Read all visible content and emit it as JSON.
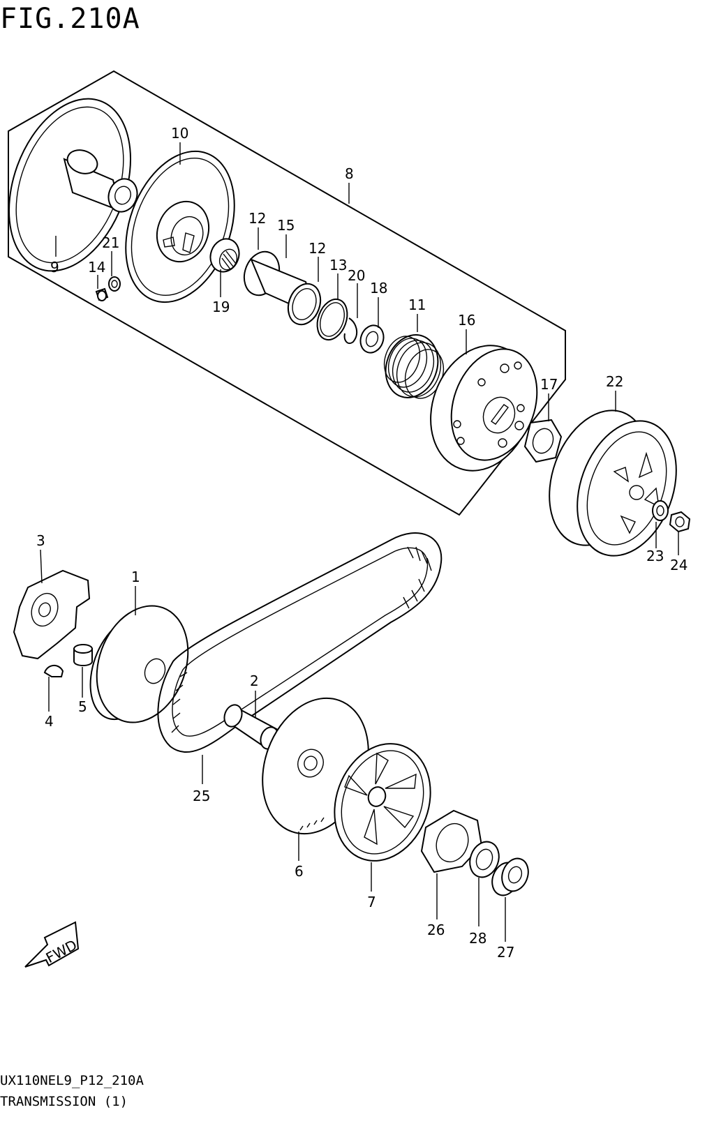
{
  "figure": {
    "title": "FIG.210A",
    "code": "UX110NEL9_P12_210A",
    "name": "TRANSMISSION (1)",
    "fwd_label": "FWD"
  },
  "callouts": [
    {
      "id": "1",
      "label": "1"
    },
    {
      "id": "2",
      "label": "2"
    },
    {
      "id": "3",
      "label": "3"
    },
    {
      "id": "4",
      "label": "4"
    },
    {
      "id": "5",
      "label": "5"
    },
    {
      "id": "6",
      "label": "6"
    },
    {
      "id": "7",
      "label": "7"
    },
    {
      "id": "8",
      "label": "8"
    },
    {
      "id": "9",
      "label": "9"
    },
    {
      "id": "10",
      "label": "10"
    },
    {
      "id": "11",
      "label": "11"
    },
    {
      "id": "12a",
      "label": "12"
    },
    {
      "id": "12b",
      "label": "12"
    },
    {
      "id": "13",
      "label": "13"
    },
    {
      "id": "14",
      "label": "14"
    },
    {
      "id": "15",
      "label": "15"
    },
    {
      "id": "16",
      "label": "16"
    },
    {
      "id": "17",
      "label": "17"
    },
    {
      "id": "18",
      "label": "18"
    },
    {
      "id": "19",
      "label": "19"
    },
    {
      "id": "20",
      "label": "20"
    },
    {
      "id": "21",
      "label": "21"
    },
    {
      "id": "22",
      "label": "22"
    },
    {
      "id": "23",
      "label": "23"
    },
    {
      "id": "24",
      "label": "24"
    },
    {
      "id": "25",
      "label": "25"
    },
    {
      "id": "26",
      "label": "26"
    },
    {
      "id": "27",
      "label": "27"
    },
    {
      "id": "28",
      "label": "28"
    }
  ]
}
